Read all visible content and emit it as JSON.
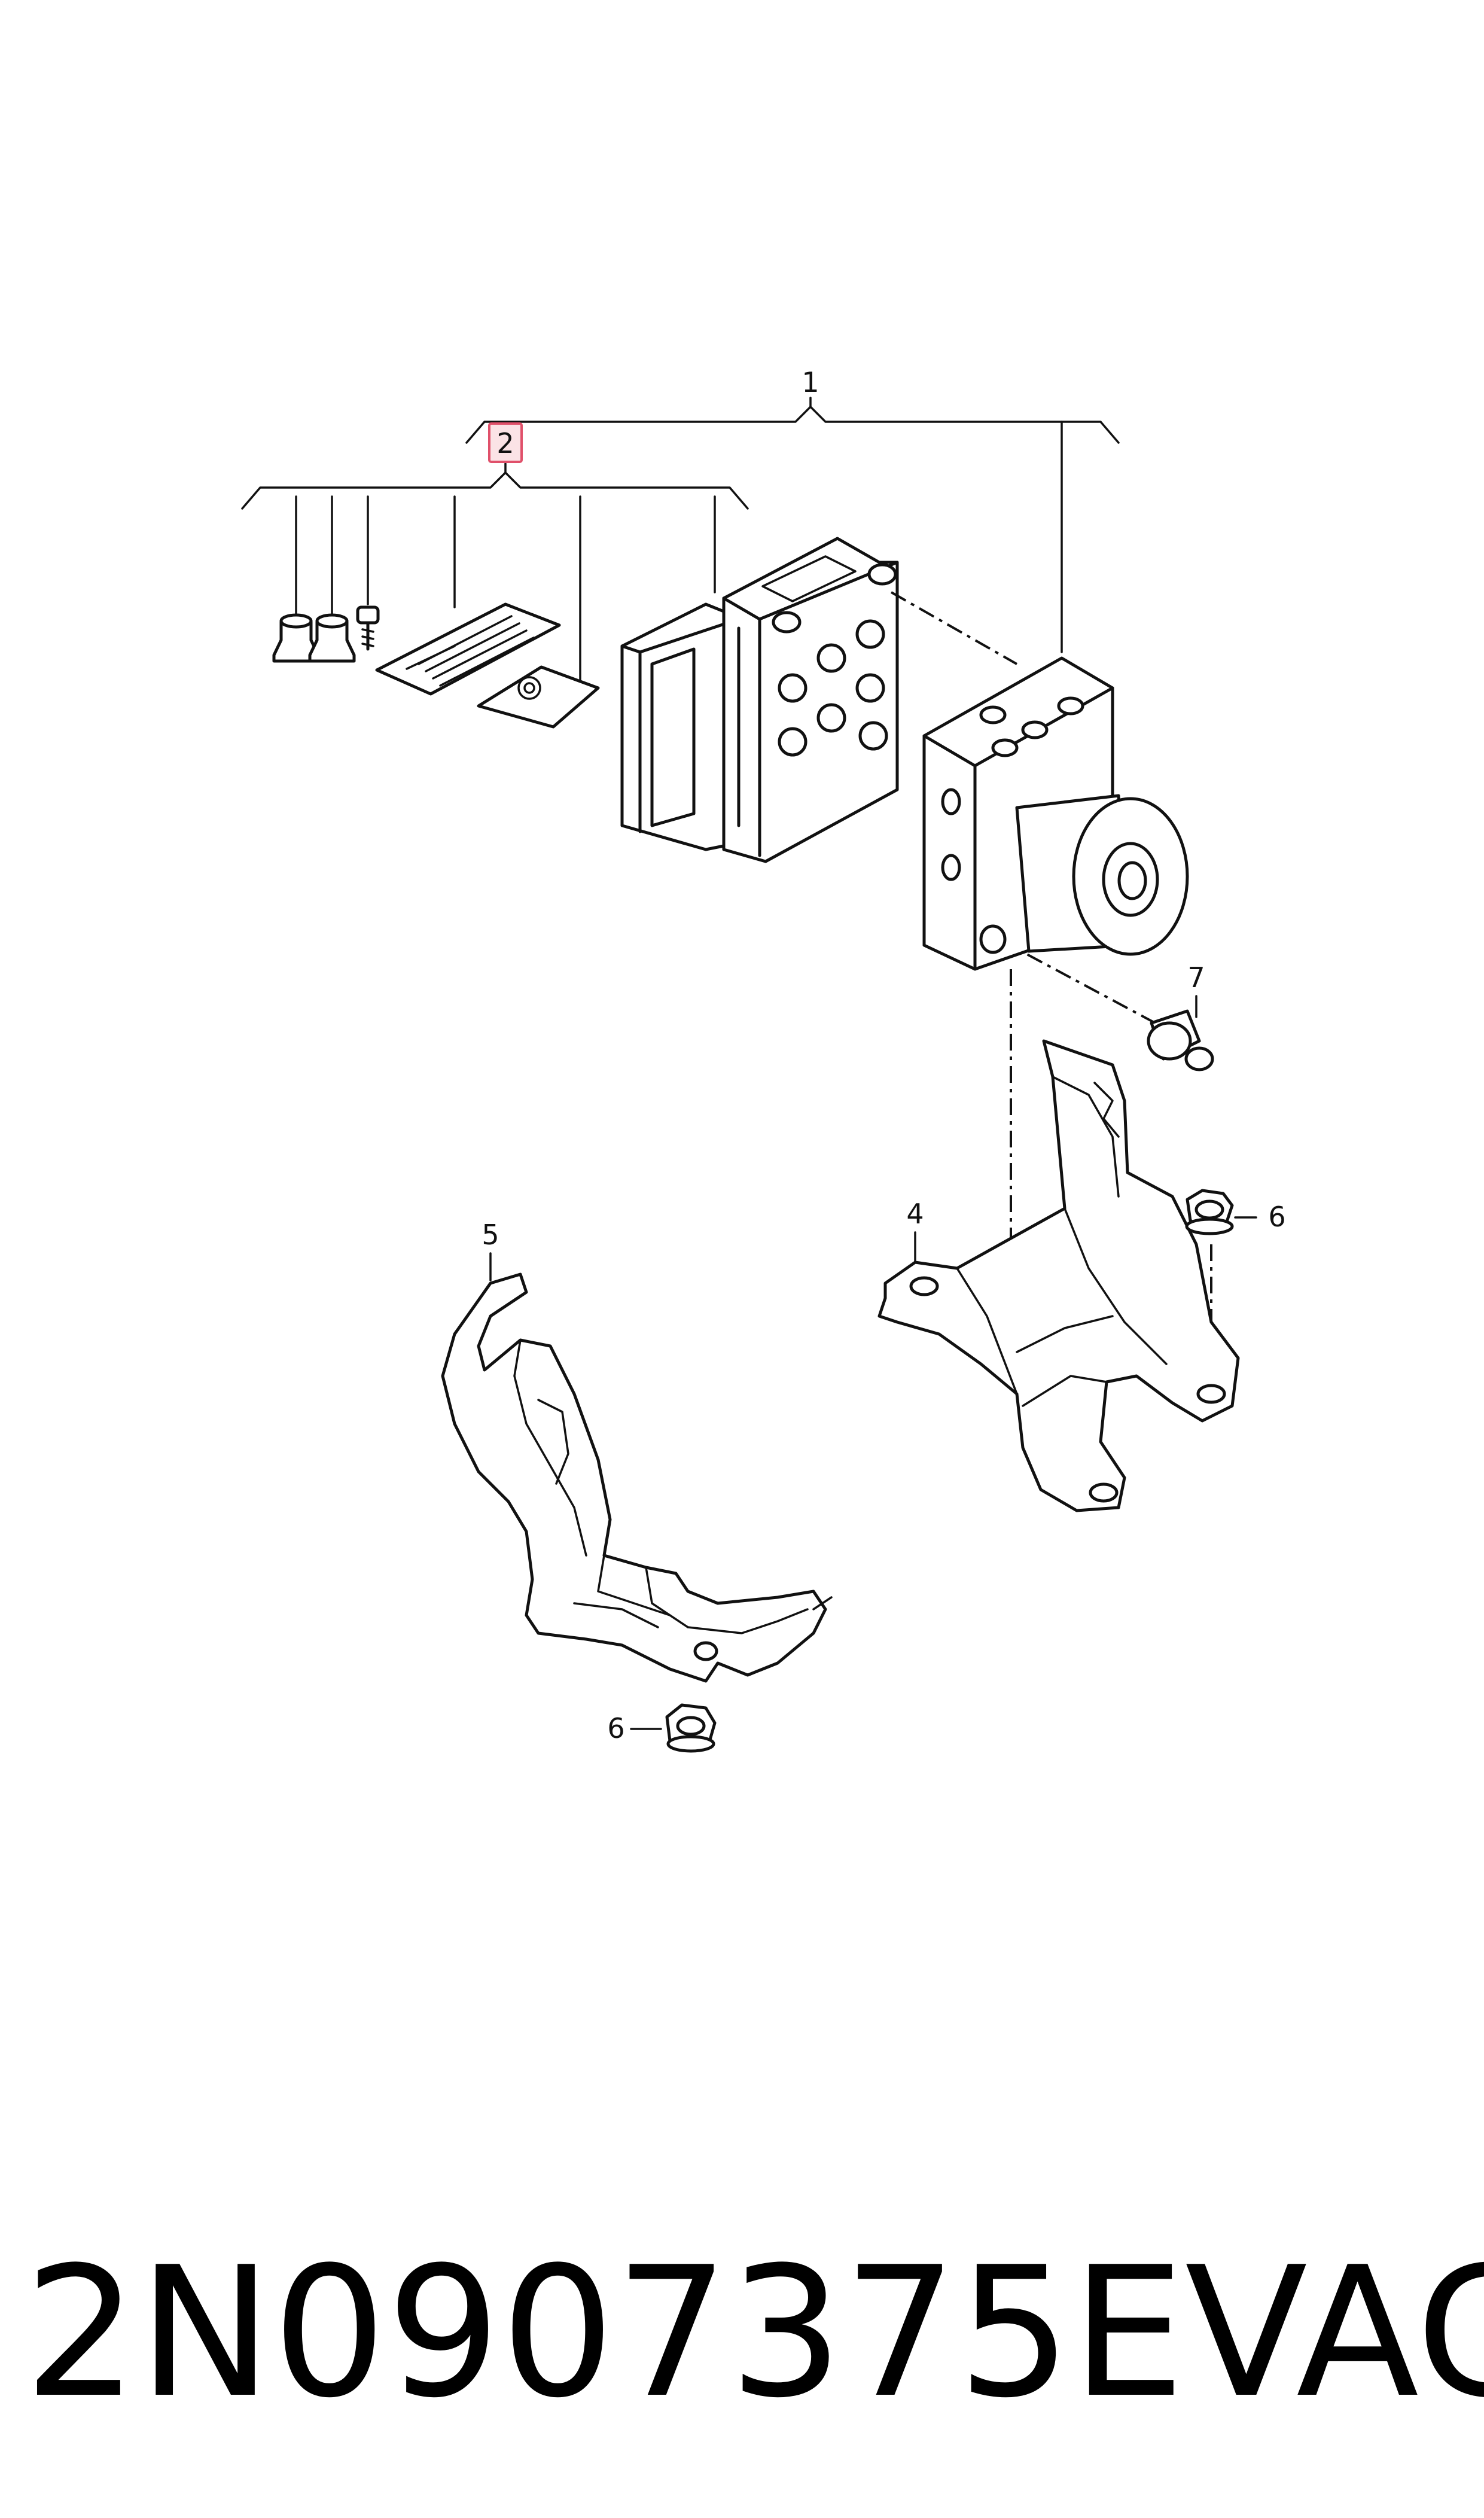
{
  "callouts": {
    "c1": "1",
    "c2": "2",
    "c4": "4",
    "c5": "5",
    "c6a": "6",
    "c6b": "6",
    "c7": "7"
  },
  "caption": {
    "part_number": "2N0907375E",
    "brand": "VAG"
  },
  "colors": {
    "highlight_box_fill": "#fbe3e6",
    "highlight_box_stroke": "#e0506a",
    "line": "#111111"
  }
}
